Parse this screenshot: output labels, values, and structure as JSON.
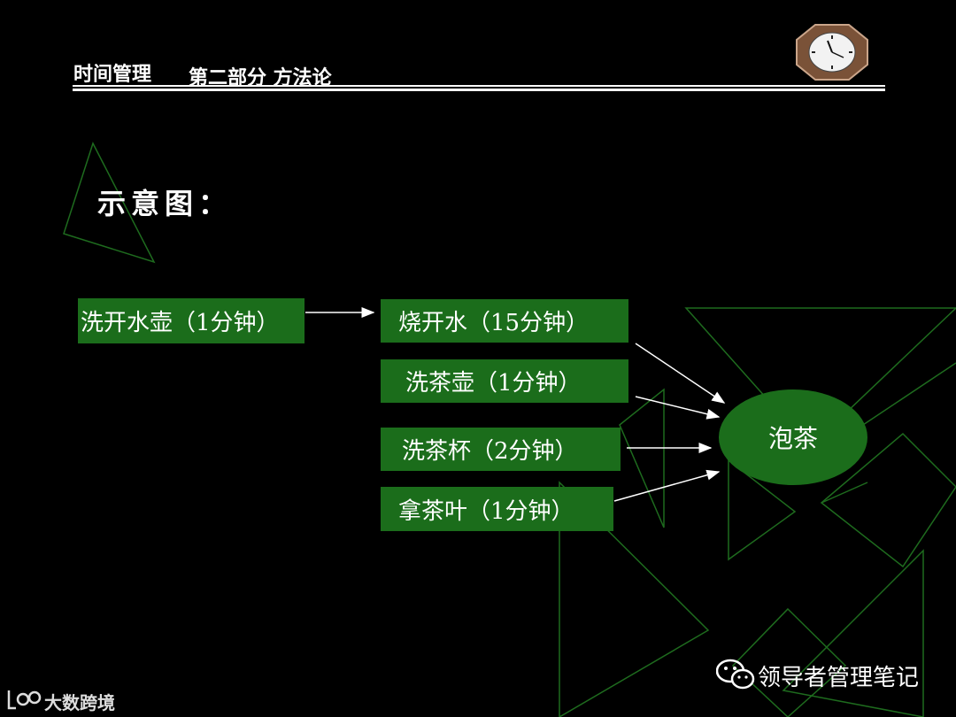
{
  "header": {
    "title": "时间管理",
    "section": "第二部分  方法论",
    "clock_icon": "clock-icon"
  },
  "subtitle": "示意图：",
  "diagram": {
    "start_task": "洗开水壶（1分钟）",
    "parallel_tasks": [
      "烧开水（15分钟）",
      "洗茶壶（1分钟）",
      "洗茶杯（2分钟）",
      "拿茶叶（1分钟）"
    ],
    "result": "泡茶",
    "colors": {
      "box_fill": "#1b6d1b",
      "decor_line": "#1e6b1e",
      "arrow": "#ffffff"
    }
  },
  "watermarks": {
    "wechat": "领导者管理笔记",
    "wechat_icon": "wechat-icon",
    "bottom_left": "大数跨境",
    "bottom_left_icon": "logo-icon"
  }
}
